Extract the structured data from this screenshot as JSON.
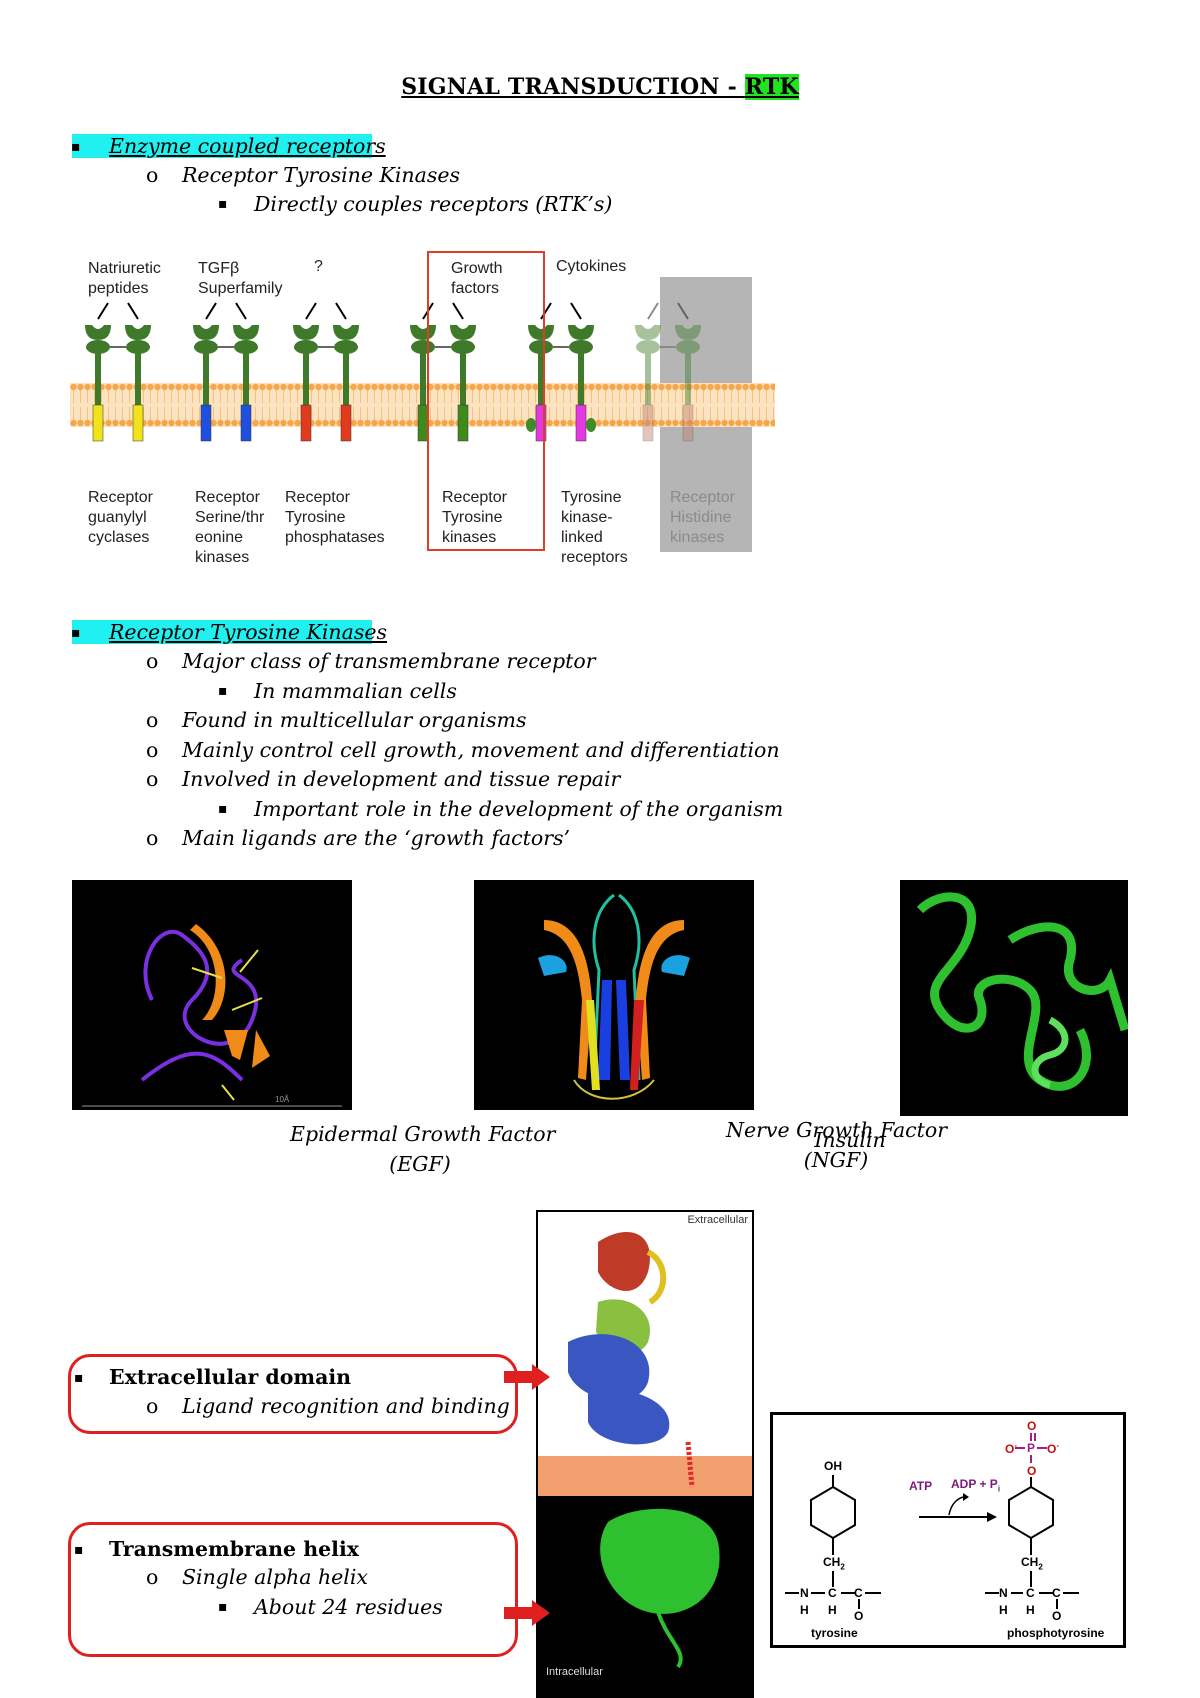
{
  "title": {
    "main": "SIGNAL TRANSDUCTION - ",
    "highlight": "RTK"
  },
  "section1": {
    "heading": "Enzyme coupled receptors",
    "sub": "Receptor Tyrosine Kinases",
    "subsub": "Directly couples receptors (RTK’s)"
  },
  "receptor_figure": {
    "ligands": [
      "Natriuretic\npeptides",
      "TGFβ\nSuperfamily",
      "?",
      "Growth\nfactors",
      "Cytokines"
    ],
    "receptors": [
      {
        "label": "Receptor\nguanylyl\ncyclases",
        "color": "#f2e21a"
      },
      {
        "label": "Receptor\nSerine/thr\neonine\nkinases",
        "color": "#1f4fe0"
      },
      {
        "label": "Receptor\nTyrosine\nphosphatases",
        "color": "#e23a1c"
      },
      {
        "label": "Receptor\nTyrosine\nkinases",
        "color": "#3f8a1c"
      },
      {
        "label": "Tyrosine\nkinase-\nlinked\nreceptors",
        "color": "#e23ae0"
      },
      {
        "label": "Receptor\nHistidine\nkinases",
        "color": "#c08070"
      }
    ]
  },
  "section2": {
    "heading": "Receptor Tyrosine Kinases",
    "items": [
      {
        "level": 1,
        "text": "Major class of transmembrane receptor"
      },
      {
        "level": 2,
        "text": "In mammalian cells"
      },
      {
        "level": 1,
        "text": "Found in multicellular organisms"
      },
      {
        "level": 1,
        "text": "Mainly control cell growth, movement and differentiation"
      },
      {
        "level": 1,
        "text": "Involved in development and tissue repair"
      },
      {
        "level": 2,
        "text": "Important role in the development of the organism"
      },
      {
        "level": 1,
        "text": "Main ligands are the ‘growth factors’"
      }
    ]
  },
  "captions": {
    "egf_line1": "Epidermal Growth Factor",
    "egf_line2": "(EGF)",
    "ngf_line1": "Nerve Growth Factor",
    "ngf_line2": "(NGF)",
    "insulin": "Insulin"
  },
  "structure_labels": {
    "extracellular": "Extracellular",
    "intracellular": "Intracellular",
    "scale": "10Å"
  },
  "box1": {
    "title": "Extracellular domain",
    "sub": "Ligand recognition and binding"
  },
  "box2": {
    "title": "Transmembrane helix",
    "sub": "Single alpha helix",
    "subsub": "About 24 residues"
  },
  "reaction": {
    "atp": "ATP",
    "adp": "ADP + P",
    "adp_sub": "i",
    "left_label": "tyrosine",
    "right_label": "phosphotyrosine",
    "oh": "OH",
    "ch2": "CH",
    "n": "N",
    "h": "H",
    "c": "C",
    "o": "O",
    "p": "P"
  },
  "colors": {
    "highlight_green": "#21e321",
    "highlight_cyan": "#20f0f0",
    "box_red": "#e02020",
    "membrane": "#f7a64a"
  }
}
